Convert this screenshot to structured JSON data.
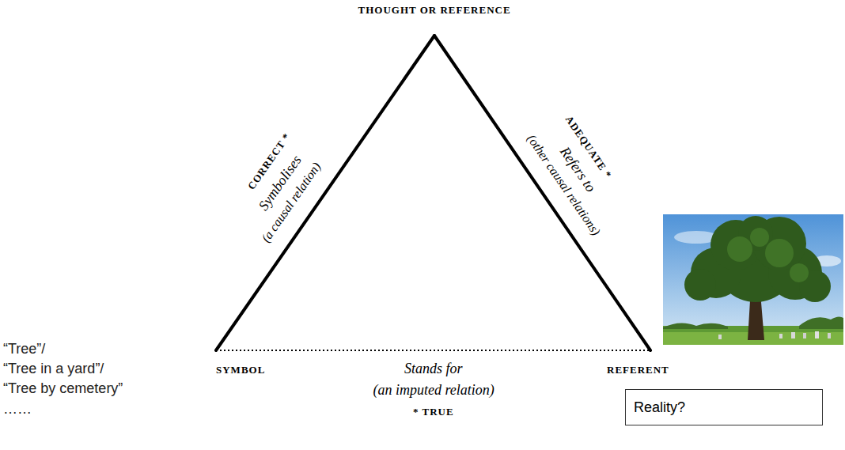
{
  "diagram": {
    "nodes": [
      {
        "text": [
          "Reality?"
        ]
      }
    ],
    "labels": [
      "THOUGHT OR REFERENCE",
      "CORRECT *",
      "Symbolises",
      "(a causal relation)",
      "ADEQUATE *",
      "Refers to",
      "(other causal relations)",
      "SYMBOL",
      "Stands for",
      "(an imputed relation)",
      "* TRUE",
      "REFERENT",
      "“Tree”/",
      "“Tree in a yard”/",
      "“Tree by cemetery”",
      "……"
    ]
  }
}
